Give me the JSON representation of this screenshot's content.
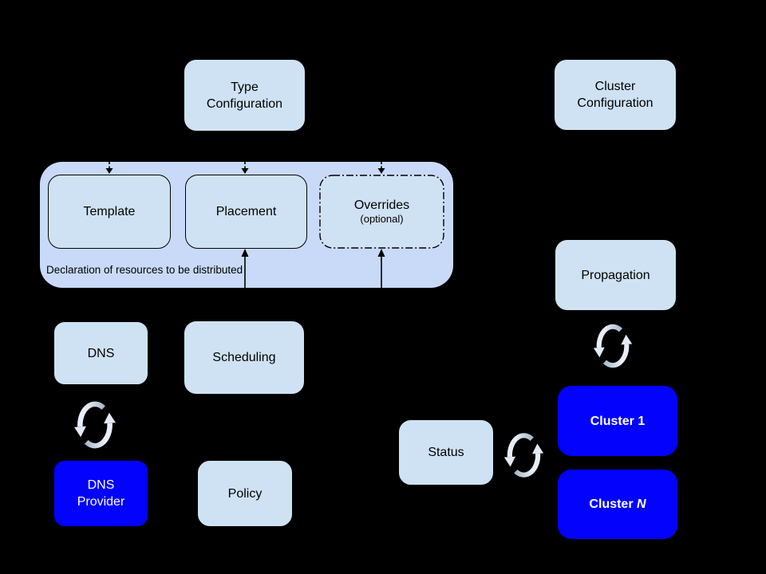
{
  "diagram": {
    "background": "#000000",
    "colors": {
      "light_box_fill": "#cfe2f3",
      "group_container_fill": "#c9daf8",
      "blue_box_fill": "#0202fd",
      "connector_color": "#000000",
      "sync_arrow_light": "#e8eef6",
      "sync_arrow_gray": "#a9b9ca"
    },
    "nodes": {
      "type_config": {
        "line1": "Type",
        "line2": "Configuration"
      },
      "cluster_config": {
        "line1": "Cluster",
        "line2": "Configuration"
      },
      "template": {
        "label": "Template"
      },
      "placement": {
        "label": "Placement"
      },
      "overrides": {
        "label": "Overrides",
        "sublabel": "(optional)"
      },
      "group_caption": "Declaration of resources to be distributed",
      "dns": {
        "label": "DNS"
      },
      "scheduling": {
        "label": "Scheduling"
      },
      "propagation": {
        "label": "Propagation"
      },
      "dns_provider": {
        "line1": "DNS",
        "line2": "Provider"
      },
      "policy": {
        "label": "Policy"
      },
      "status": {
        "label": "Status"
      },
      "cluster_1": {
        "prefix": "Cluster ",
        "suffix": "1"
      },
      "cluster_n": {
        "prefix": "Cluster ",
        "suffix": "N"
      }
    },
    "icons": {
      "sync_between_dns_and_provider": "sync-arrows-icon",
      "sync_between_propagation_and_cluster1": "sync-arrows-icon",
      "sync_between_status_and_cluster1": "sync-arrows-icon"
    }
  }
}
